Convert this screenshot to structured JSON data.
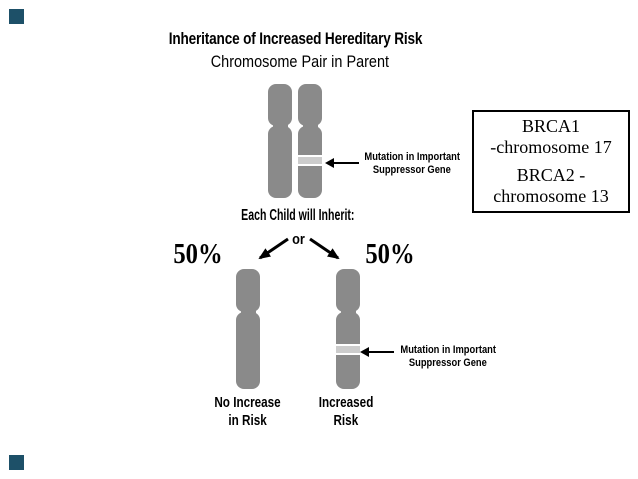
{
  "slide": {
    "title": "Inheritance of Increased Hereditary Risk",
    "subtitle": "Chromosome Pair in Parent",
    "inherit_heading": "Each Child will Inherit:",
    "or_label": "or",
    "branch": {
      "left_percent": "50%",
      "right_percent": "50%"
    },
    "parent_mutation_label": {
      "line1": "Mutation in Important",
      "line2": "Suppressor Gene"
    },
    "child_mutation_label": {
      "line1": "Mutation in Important",
      "line2": "Suppressor Gene"
    },
    "outcomes": {
      "left": {
        "line1": "No Increase",
        "line2": "in Risk"
      },
      "right": {
        "line1": "Increased",
        "line2": "Risk"
      }
    },
    "brca_box": {
      "lines": [
        "BRCA1",
        "-chromosome 17",
        "BRCA2 -",
        "chromosome 13"
      ]
    },
    "colors": {
      "chromosome_gray": "#8a8a8a",
      "mutation_band": "#cccccc",
      "corner_square": "#1d5068",
      "text": "#000000"
    }
  }
}
